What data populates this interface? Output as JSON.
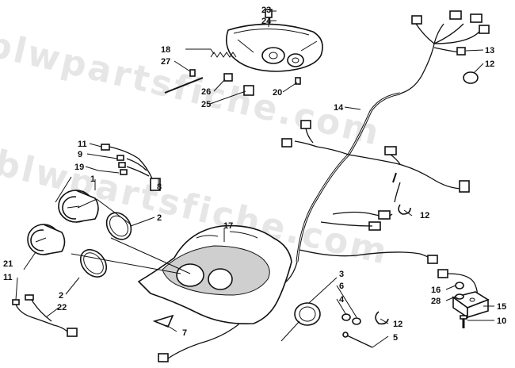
{
  "watermark": "blwpartsfiche.com",
  "callouts": {
    "c1": "1",
    "c2a": "2",
    "c2b": "2",
    "c3": "3",
    "c4": "4",
    "c5": "5",
    "c6": "6",
    "c7": "7",
    "c8": "8",
    "c9": "9",
    "c10": "10",
    "c11a": "11",
    "c11b": "11",
    "c12a": "12",
    "c12b": "12",
    "c12c": "12",
    "c13": "13",
    "c14": "14",
    "c15": "15",
    "c16": "16",
    "c17": "17",
    "c18": "18",
    "c19": "19",
    "c20": "20",
    "c21": "21",
    "c22": "22",
    "c23": "23",
    "c24": "24",
    "c25": "25",
    "c26": "26",
    "c27": "27",
    "c28": "28"
  }
}
